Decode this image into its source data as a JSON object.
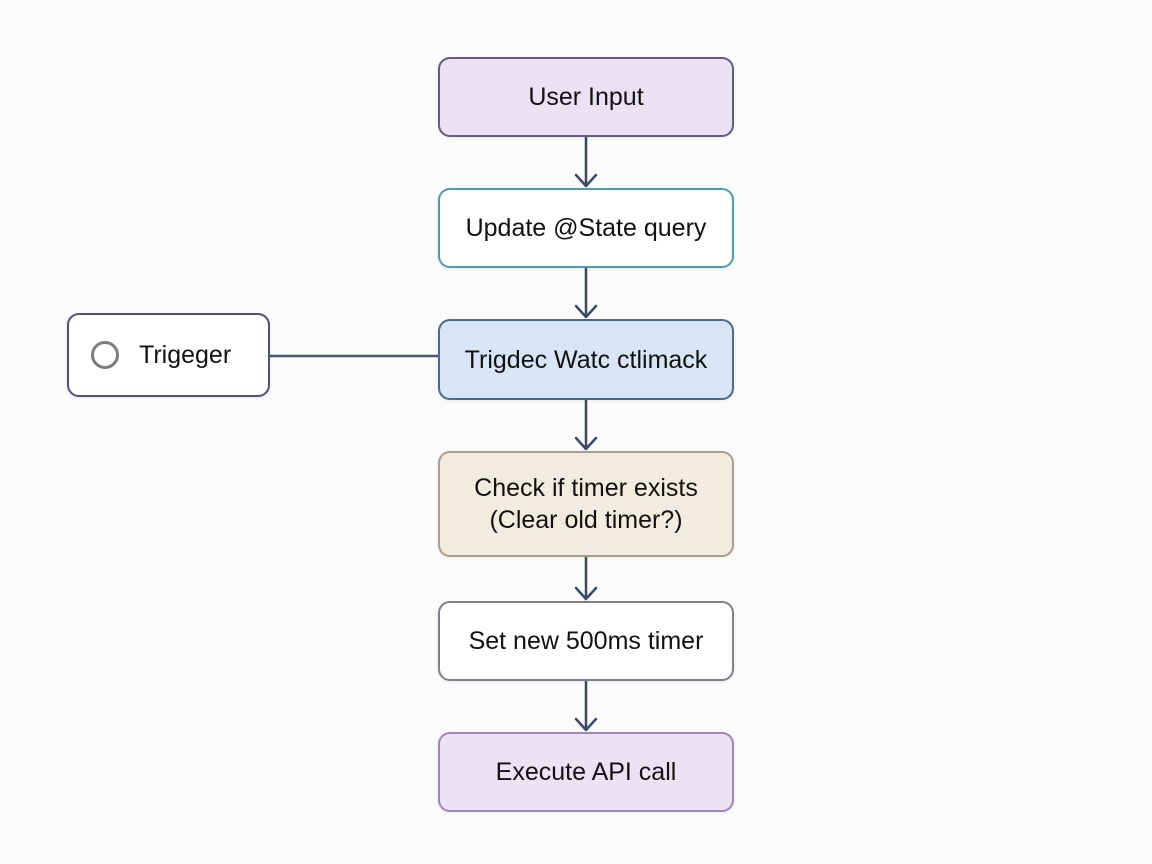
{
  "diagram": {
    "nodes": {
      "user_input": "User Input",
      "update_state": "Update @State query",
      "trigger_watch": "Trigdec Watc ctlimack",
      "check_timer_line1": "Check if timer exists",
      "check_timer_line2": "(Clear old timer?)",
      "set_timer": "Set new 500ms timer",
      "execute_api": "Execute API call",
      "trigger_side": "Trigeger"
    },
    "flow": [
      "user_input",
      "update_state",
      "trigger_watch",
      "check_timer",
      "set_timer",
      "execute_api"
    ],
    "side_link": [
      "trigger_side",
      "trigger_watch"
    ],
    "colors": {
      "arrow": "#3a4a66",
      "connector": "#4e5273",
      "user_input_fill": "#e9e2f3",
      "trigger_watch_fill": "#d8e5f4",
      "check_timer_fill": "#f2ece0",
      "execute_api_fill": "#ebe2f3"
    }
  }
}
